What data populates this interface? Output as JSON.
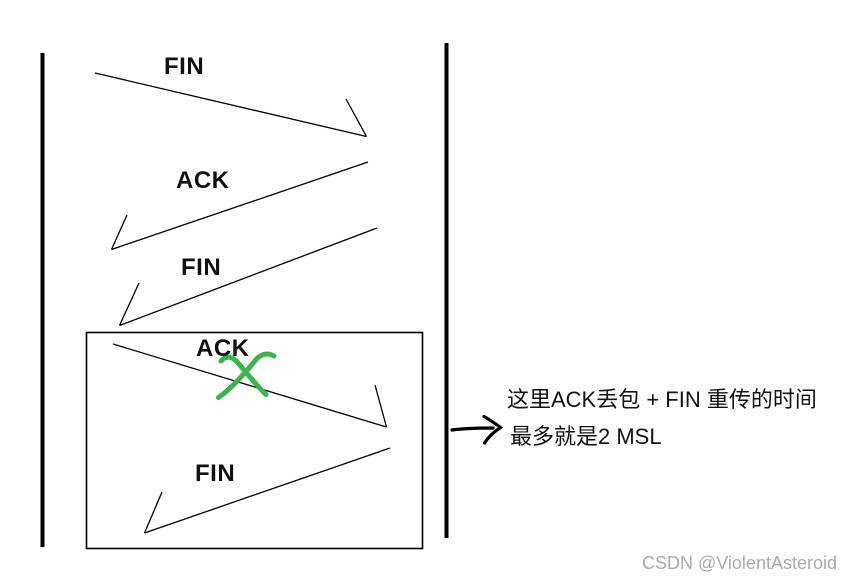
{
  "diagram": {
    "messages": [
      {
        "label": "FIN"
      },
      {
        "label": "ACK"
      },
      {
        "label": "FIN"
      }
    ],
    "retransmission_box": {
      "messages": [
        {
          "label": "ACK",
          "crossed_out": true
        },
        {
          "label": "FIN"
        }
      ]
    },
    "annotation": {
      "line1": "这里ACK丢包 + FIN 重传的时间",
      "line2": "最多就是2 MSL"
    }
  },
  "watermark": "CSDN @ViolentAsteroid",
  "colors": {
    "ink": "#111111",
    "cross": "#3cb44b",
    "watermark": "#a9a9a9"
  },
  "icons": {
    "cross": "loss-cross-icon",
    "pointer": "hand-drawn-arrow-icon"
  }
}
